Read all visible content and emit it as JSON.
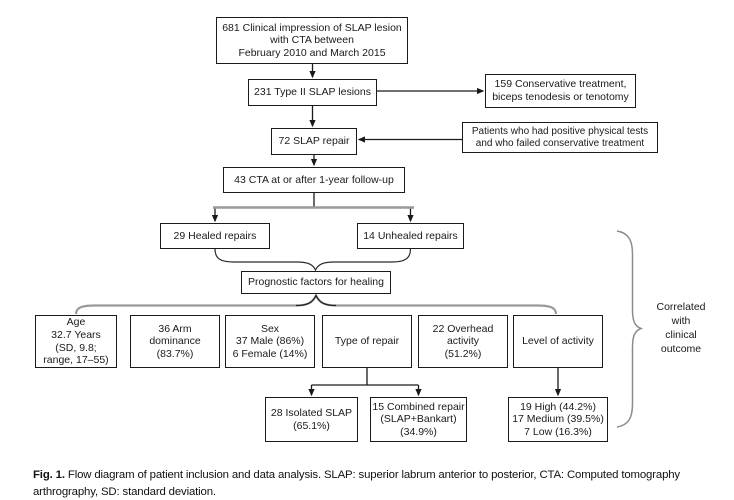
{
  "figure": {
    "caption_label": "Fig. 1.",
    "caption_text": "Flow diagram of patient inclusion and data analysis. SLAP: superior labrum anterior to posterior, CTA: Computed tomography arthrography, SD: standard deviation."
  },
  "annotation": {
    "lines": [
      "Correlated",
      "with",
      "clinical",
      "outcome"
    ]
  },
  "nodes": {
    "clinical_impression": {
      "lines": [
        "681 Clinical impression of SLAP lesion",
        "with CTA between",
        "February 2010 and March 2015"
      ]
    },
    "type2_slap": {
      "lines": [
        "231 Type II SLAP lesions"
      ]
    },
    "conservative": {
      "lines": [
        "159 Conservative treatment,",
        "biceps tenodesis or tenotomy"
      ]
    },
    "slap_repair": {
      "lines": [
        "72 SLAP repair"
      ]
    },
    "positive_tests": {
      "lines": [
        "Patients who had positive physical tests",
        "and who failed conservative treatment"
      ]
    },
    "cta_followup": {
      "lines": [
        "43 CTA at or after 1-year follow-up"
      ]
    },
    "healed": {
      "lines": [
        "29 Healed repairs"
      ]
    },
    "unhealed": {
      "lines": [
        "14 Unhealed repairs"
      ]
    },
    "prognostic": {
      "lines": [
        "Prognostic factors for healing"
      ]
    },
    "age": {
      "lines": [
        "Age",
        "32.7 Years",
        "(SD, 9.8;",
        "range, 17–55)"
      ]
    },
    "arm_dominance": {
      "lines": [
        "36 Arm",
        "dominance",
        "(83.7%)"
      ]
    },
    "sex": {
      "lines": [
        "Sex",
        "37 Male (86%)",
        "6 Female (14%)"
      ]
    },
    "type_of_repair": {
      "lines": [
        "Type of repair"
      ]
    },
    "overhead_activity": {
      "lines": [
        "22 Overhead",
        "activity",
        "(51.2%)"
      ]
    },
    "level_of_activity": {
      "lines": [
        "Level of activity"
      ]
    },
    "isolated_slap": {
      "lines": [
        "28 Isolated SLAP",
        "(65.1%)"
      ]
    },
    "combined_repair": {
      "lines": [
        "15 Combined repair",
        "(SLAP+Bankart)",
        "(34.9%)"
      ]
    },
    "activity_levels": {
      "lines": [
        "19 High (44.2%)",
        "17 Medium (39.5%)",
        "7 Low (16.3%)"
      ]
    }
  },
  "colors": {
    "line": "#1a1a1a",
    "gray_connector": "#999999",
    "brace": "#8c8c8c",
    "border": "#1a1a1a",
    "background": "#ffffff"
  }
}
